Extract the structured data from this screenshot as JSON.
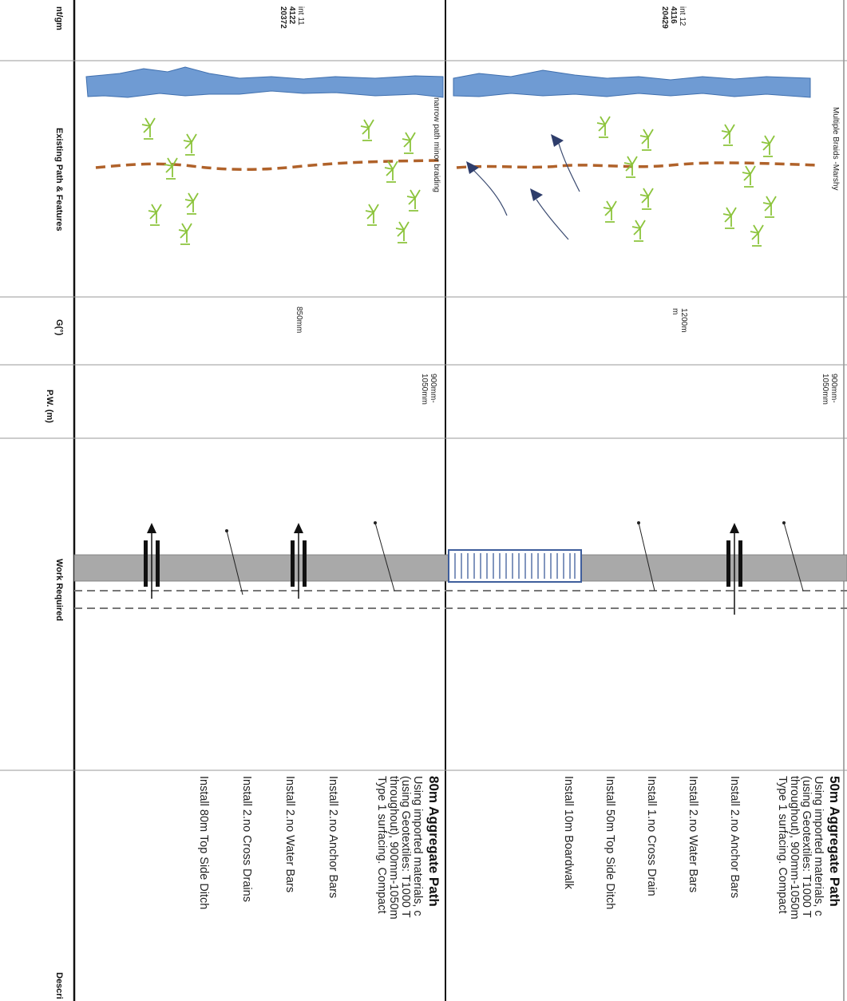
{
  "headers": {
    "ref": "nt/gm",
    "path_features": "Existing Path & Features",
    "gradient": "G(°)",
    "path_width": "P.W. (m)",
    "work": "Work Required",
    "description": "Descri"
  },
  "rows": [
    {
      "point": "int 12",
      "easting": "4116",
      "northing": "20429",
      "feature_note": "Multiple Braids -Marshy",
      "gradient": [
        "1200m",
        "m"
      ],
      "width": [
        "900mm-",
        "1050mm"
      ],
      "desc_title": "50m Aggregate Path",
      "desc_body": [
        "Using imported materials, c",
        "(using Geotextiles: T1000 T",
        "throughout), 900mm-1050m",
        "Type 1 surfacing. Compact"
      ],
      "desc_items": [
        "Install 2.no Anchor Bars",
        "Install 2.no Water Bars",
        "Install 1.no Cross Drain",
        "Install 50m Top Side Ditch",
        "Install 10m Boardwalk"
      ]
    },
    {
      "point": "int 11",
      "easting": "4122",
      "northing": "20372",
      "feature_note": "narrow path minor braiding",
      "gradient": [
        "850mm"
      ],
      "width": [
        "900mm-",
        "1050mm"
      ],
      "desc_title": "80m Aggregate Path",
      "desc_body": [
        "Using imported materials, c",
        "(using Geotextiles: T1000 T",
        "throughout), 900mm-1050m",
        "Type 1 surfacing. Compact"
      ],
      "desc_items": [
        "Install 2.no Anchor Bars",
        "Install 2.no Water Bars",
        "Install 2.no Cross Drains",
        "Install 80m Top Side Ditch"
      ]
    }
  ],
  "colors": {
    "water": "#6f9bd3",
    "water_stroke": "#3f6fae",
    "path": "#b0622a",
    "vegetation": "#8cc43c",
    "stream": "#2e3d6b",
    "path_bar": "#a9a9a9"
  }
}
